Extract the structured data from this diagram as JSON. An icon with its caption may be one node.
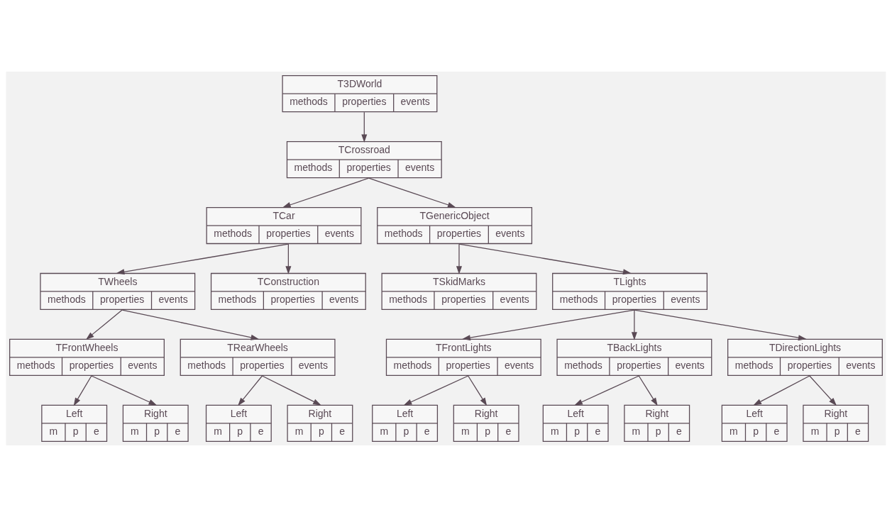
{
  "diagram": {
    "nodes": [
      {
        "text": [
          "T3DWorld",
          "methods",
          "properties",
          "events"
        ]
      },
      {
        "text": [
          "TCrossroad",
          "methods",
          "properties",
          "events"
        ]
      },
      {
        "text": [
          "TCar",
          "methods",
          "properties",
          "events"
        ]
      },
      {
        "text": [
          "TGenericObject",
          "methods",
          "properties",
          "events"
        ]
      },
      {
        "text": [
          "TWheels",
          "methods",
          "properties",
          "events"
        ]
      },
      {
        "text": [
          "TConstruction",
          "methods",
          "properties",
          "events"
        ]
      },
      {
        "text": [
          "TSkidMarks",
          "methods",
          "properties",
          "events"
        ]
      },
      {
        "text": [
          "TLights",
          "methods",
          "properties",
          "events"
        ]
      },
      {
        "text": [
          "TFrontWheels",
          "methods",
          "properties",
          "events"
        ]
      },
      {
        "text": [
          "TRearWheels",
          "methods",
          "properties",
          "events"
        ]
      },
      {
        "text": [
          "TFrontLights",
          "methods",
          "properties",
          "events"
        ]
      },
      {
        "text": [
          "TBackLights",
          "methods",
          "properties",
          "events"
        ]
      },
      {
        "text": [
          "TDirectionLights",
          "methods",
          "properties",
          "events"
        ]
      },
      {
        "text": [
          "Left",
          "m",
          "p",
          "e"
        ]
      },
      {
        "text": [
          "Right",
          "m",
          "p",
          "e"
        ]
      },
      {
        "text": [
          "Left",
          "m",
          "p",
          "e"
        ]
      },
      {
        "text": [
          "Right",
          "m",
          "p",
          "e"
        ]
      },
      {
        "text": [
          "Left",
          "m",
          "p",
          "e"
        ]
      },
      {
        "text": [
          "Right",
          "m",
          "p",
          "e"
        ]
      },
      {
        "text": [
          "Left",
          "m",
          "p",
          "e"
        ]
      },
      {
        "text": [
          "Right",
          "m",
          "p",
          "e"
        ]
      },
      {
        "text": [
          "Left",
          "m",
          "p",
          "e"
        ]
      },
      {
        "text": [
          "Right",
          "m",
          "p",
          "e"
        ]
      }
    ],
    "edges": [
      {
        "from": 0,
        "to": 1,
        "arrow": "to"
      },
      {
        "from": 1,
        "to": 2,
        "arrow": "to"
      },
      {
        "from": 1,
        "to": 3,
        "arrow": "to"
      },
      {
        "from": 2,
        "to": 4,
        "arrow": "to"
      },
      {
        "from": 2,
        "to": 5,
        "arrow": "to"
      },
      {
        "from": 3,
        "to": 6,
        "arrow": "to"
      },
      {
        "from": 3,
        "to": 7,
        "arrow": "to"
      },
      {
        "from": 4,
        "to": 8,
        "arrow": "to"
      },
      {
        "from": 4,
        "to": 9,
        "arrow": "to"
      },
      {
        "from": 7,
        "to": 10,
        "arrow": "to"
      },
      {
        "from": 7,
        "to": 11,
        "arrow": "to"
      },
      {
        "from": 7,
        "to": 12,
        "arrow": "to"
      },
      {
        "from": 8,
        "to": 13,
        "arrow": "to"
      },
      {
        "from": 8,
        "to": 14,
        "arrow": "to"
      },
      {
        "from": 9,
        "to": 15,
        "arrow": "to"
      },
      {
        "from": 9,
        "to": 16,
        "arrow": "to"
      },
      {
        "from": 10,
        "to": 17,
        "arrow": "to"
      },
      {
        "from": 10,
        "to": 18,
        "arrow": "to"
      },
      {
        "from": 11,
        "to": 19,
        "arrow": "to"
      },
      {
        "from": 11,
        "to": 20,
        "arrow": "to"
      },
      {
        "from": 12,
        "to": 21,
        "arrow": "to"
      },
      {
        "from": 12,
        "to": 22,
        "arrow": "to"
      }
    ]
  }
}
